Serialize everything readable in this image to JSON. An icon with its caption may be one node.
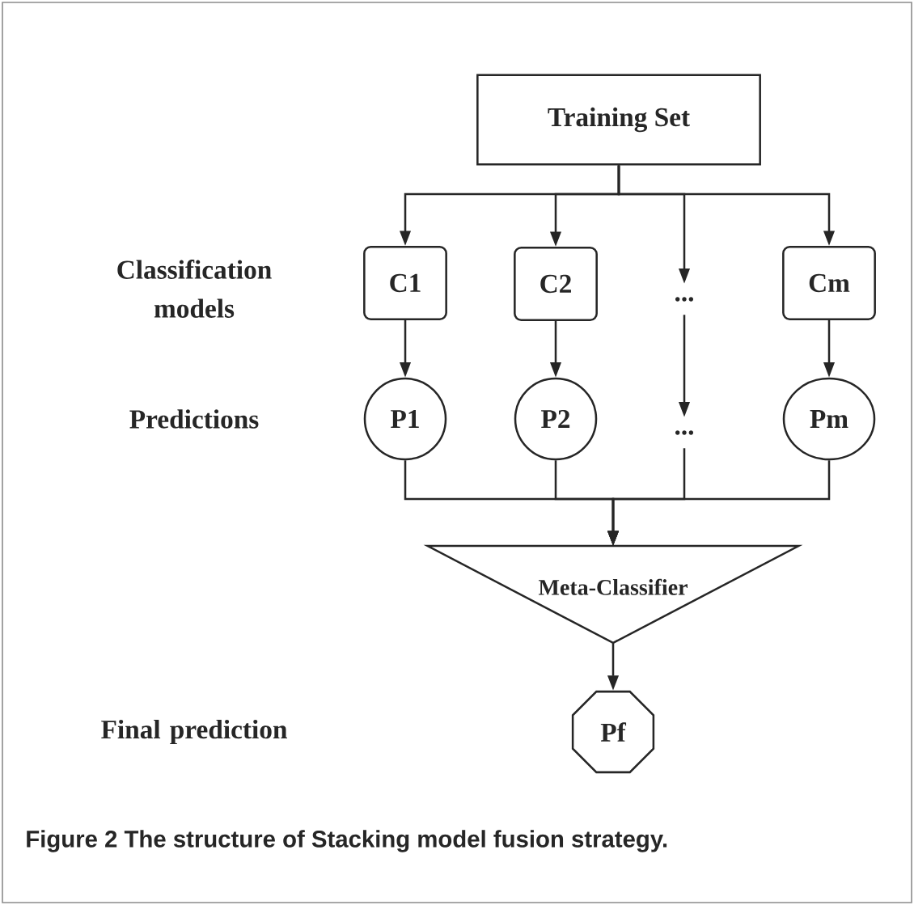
{
  "diagram": {
    "caption": "Figure 2 The structure of Stacking model fusion strategy.",
    "nodes": [
      {
        "text": [
          "Training Set"
        ]
      },
      {
        "text": [
          "C1"
        ]
      },
      {
        "text": [
          "C2"
        ]
      },
      {
        "text": [
          "..."
        ]
      },
      {
        "text": [
          "Cm"
        ]
      },
      {
        "text": [
          "P1"
        ]
      },
      {
        "text": [
          "P2"
        ]
      },
      {
        "text": [
          "..."
        ]
      },
      {
        "text": [
          "Pm"
        ]
      },
      {
        "text": [
          "Meta-Classifier"
        ]
      },
      {
        "text": [
          "Pf"
        ]
      }
    ],
    "edges": [
      {
        "from": 0,
        "to": 1,
        "arrow": "to"
      },
      {
        "from": 0,
        "to": 2,
        "arrow": "to"
      },
      {
        "from": 0,
        "to": 3,
        "arrow": "to"
      },
      {
        "from": 0,
        "to": 4,
        "arrow": "to"
      },
      {
        "from": 1,
        "to": 5,
        "arrow": "to"
      },
      {
        "from": 2,
        "to": 6,
        "arrow": "to"
      },
      {
        "from": 3,
        "to": 7,
        "arrow": "to"
      },
      {
        "from": 4,
        "to": 8,
        "arrow": "to"
      },
      {
        "from": 5,
        "to": 9,
        "arrow": "to"
      },
      {
        "from": 6,
        "to": 9,
        "arrow": "to"
      },
      {
        "from": 7,
        "to": 9,
        "arrow": "to"
      },
      {
        "from": 8,
        "to": 9,
        "arrow": "to"
      },
      {
        "from": 9,
        "to": 10,
        "arrow": "to"
      }
    ],
    "labels": [
      "Classification models",
      "Predictions",
      "Final prediction"
    ]
  }
}
